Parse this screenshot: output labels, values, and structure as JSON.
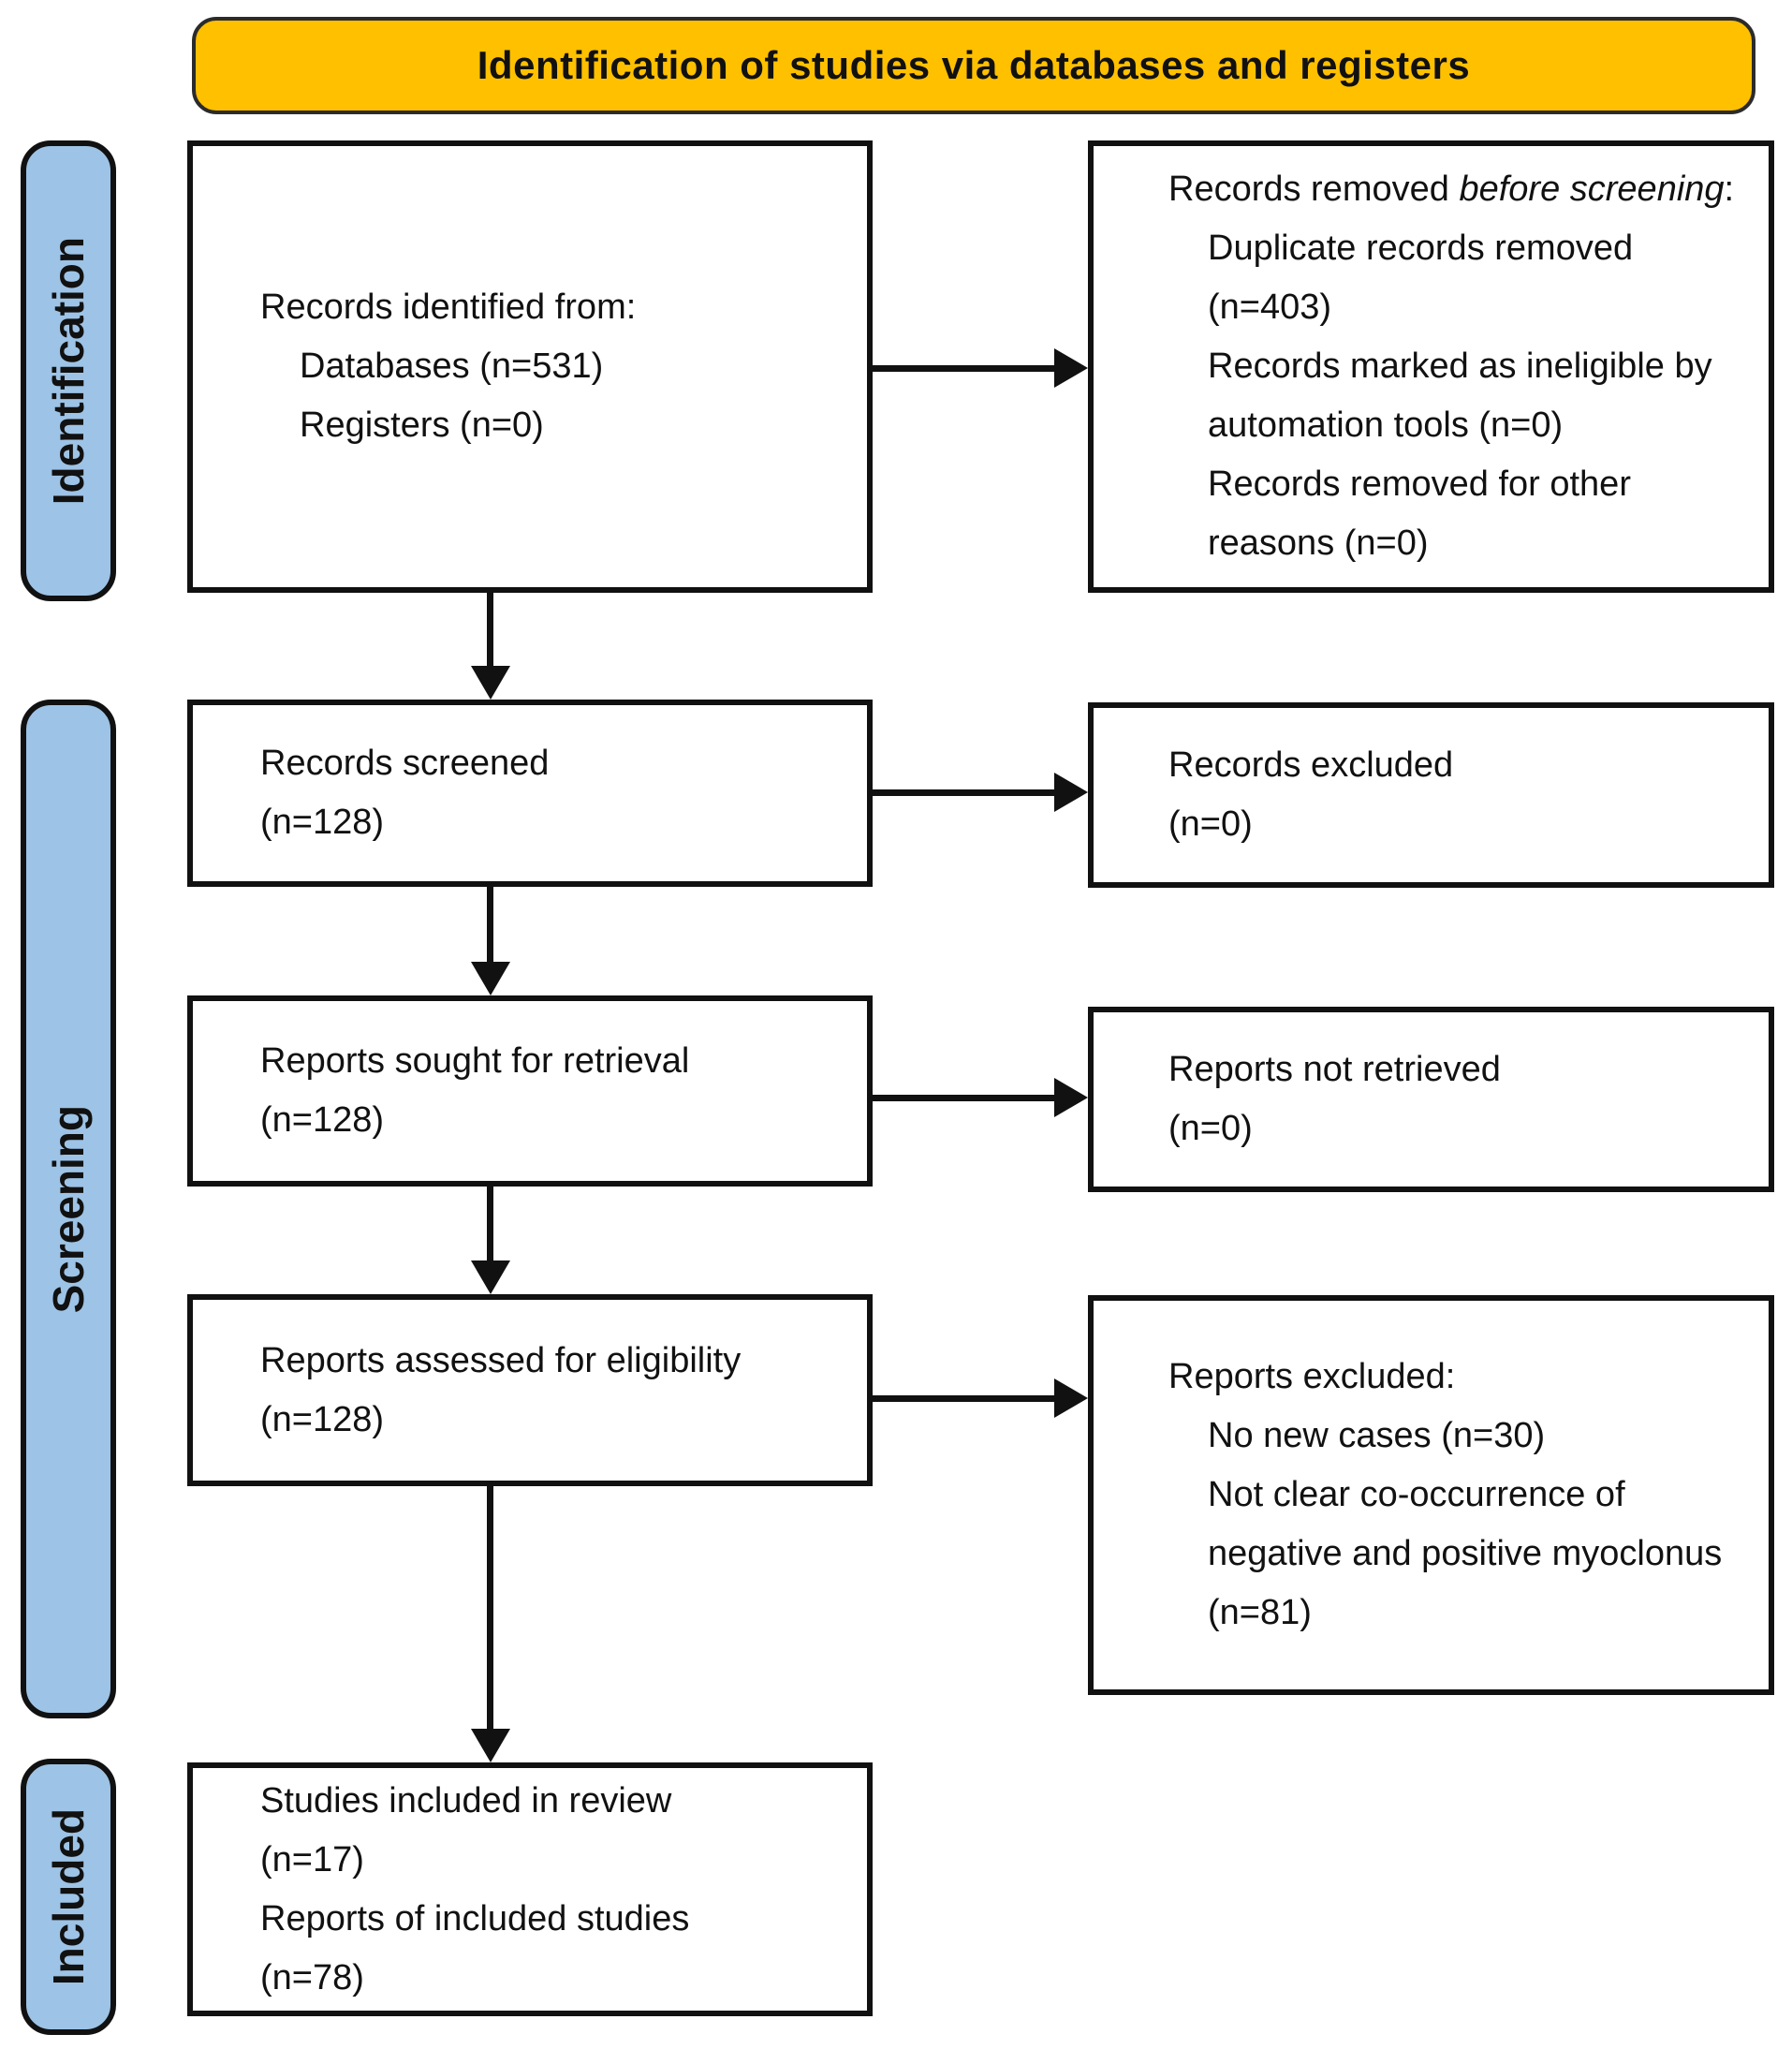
{
  "banner": {
    "title": "Identification of studies via databases and registers"
  },
  "colors": {
    "banner_bg": "#FFC000",
    "banner_border": "#2b2b2b",
    "sidebar_bg": "#9DC3E6",
    "line": "#111111"
  },
  "sidebars": [
    {
      "label": "Identification"
    },
    {
      "label": "Screening"
    },
    {
      "label": "Included"
    }
  ],
  "boxes": {
    "identified": {
      "line1": "Records identified from:",
      "line2": "Databases (n=531)",
      "line3": "Registers (n=0)"
    },
    "removed": {
      "prefix": "Records removed ",
      "italic": "before screening",
      "suffix": ":",
      "item1": "Duplicate records removed (n=403)",
      "item2": "Records marked as ineligible by automation tools (n=0)",
      "item3": "Records removed for other reasons (n=0)"
    },
    "screened": {
      "line1": "Records screened",
      "line2": "(n=128)"
    },
    "excluded": {
      "line1": "Records excluded",
      "line2": "(n=0)"
    },
    "sought": {
      "line1": "Reports sought for retrieval",
      "line2": "(n=128)"
    },
    "not_retrieved": {
      "line1": "Reports not retrieved",
      "line2": "(n=0)"
    },
    "assessed": {
      "line1": "Reports assessed for eligibility",
      "line2": "(n=128)"
    },
    "reports_excluded": {
      "title": "Reports excluded:",
      "item1": "No new cases (n=30)",
      "item2": "Not clear co-occurrence of negative and positive myoclonus (n=81)"
    },
    "included": {
      "line1": "Studies included in review",
      "line2": "(n=17)",
      "line3": "Reports of included studies",
      "line4": "(n=78)"
    }
  }
}
